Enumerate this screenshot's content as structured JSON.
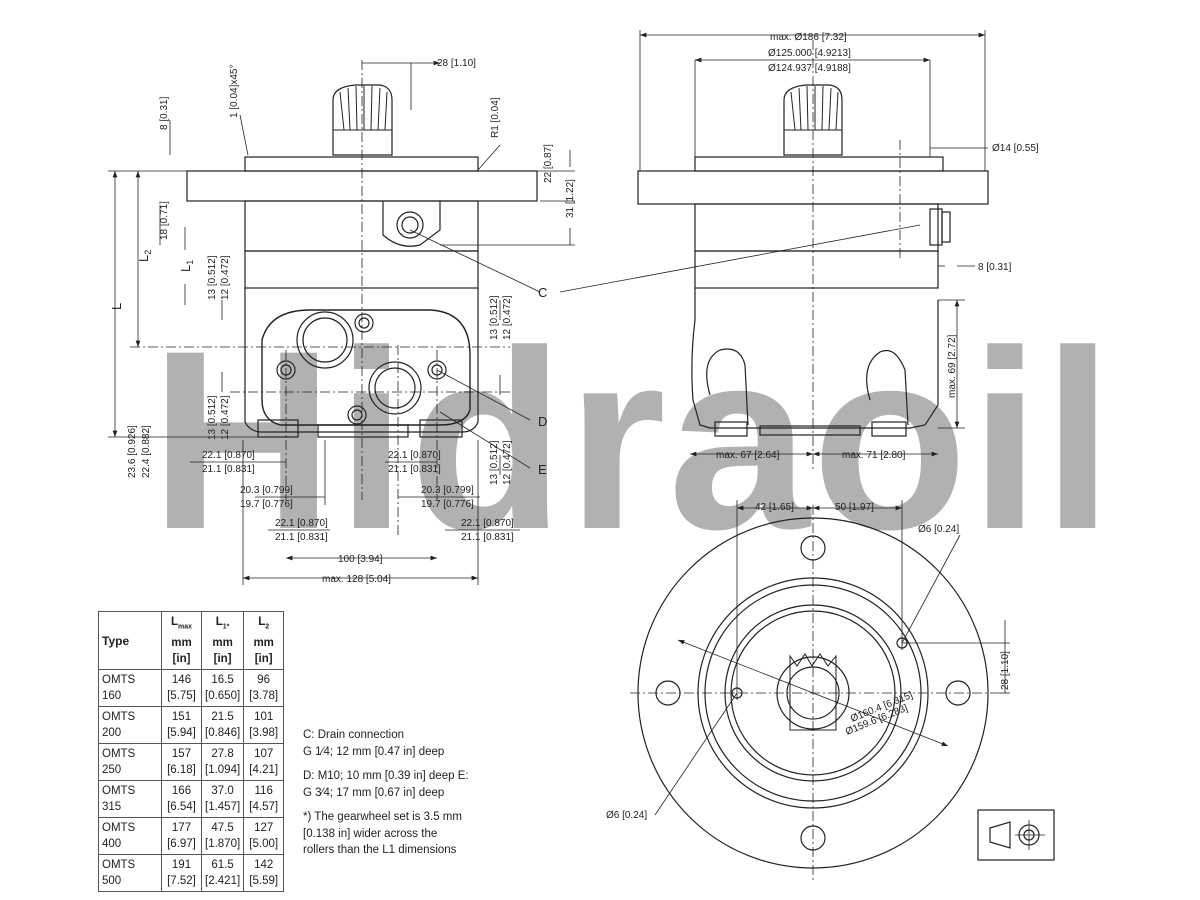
{
  "watermark": {
    "text": "Hidraoil",
    "color": "#4caf50",
    "color2": "#bdbdbd"
  },
  "front_view": {
    "dims": {
      "spline_offset": "28 [1.10]",
      "chamfer": "1 [0.04]x45°",
      "pilot_h": "8 [0.31]",
      "radius": "R1 [0.04]",
      "flange_22": "22 [0.87]",
      "flange_31": "31 [1.22]",
      "d18": "18 [0.71]",
      "d13a": "13 [0.512]",
      "d12a": "12 [0.472]",
      "d13b": "13 [0.512]",
      "d12b": "12 [0.472]",
      "d13c": "13 [0.512]",
      "d12c": "12 [0.472]",
      "d13d": "13 [0.512]",
      "d12d": "12 [0.472]",
      "d23": "23.6 [0.926]",
      "d22": "22.4 [0.882]",
      "l221a": "22.1 [0.870]",
      "l211a": "21.1 [0.831]",
      "l203a": "20.3 [0.799]",
      "l197a": "19.7 [0.776]",
      "l221b": "22.1 [0.870]",
      "l211b": "21.1 [0.831]",
      "l221c": "22.1 [0.870]",
      "l211c": "21.1 [0.831]",
      "l203b": "20.3 [0.799]",
      "l197b": "19.7 [0.776]",
      "l221d": "22.1 [0.870]",
      "l211d": "21.1 [0.831]",
      "d100": "100 [3.94]",
      "dmax128": "max. 128 [5.04]"
    },
    "letters": {
      "L": "L",
      "L1": "L",
      "L1sub": "1",
      "L2": "L",
      "L2sub": "2",
      "C": "C",
      "D": "D",
      "E": "E"
    }
  },
  "side_view": {
    "dims": {
      "max186": "max. Ø186 [7.32]",
      "d125": "Ø125.000 [4.9213]",
      "d124": "Ø124.937 [4.9188]",
      "d14": "Ø14 [0.55]",
      "d8": "8 [0.31]",
      "max69": "max. 69 [2.72]",
      "max67": "max. 67 [2.64]",
      "max71": "max. 71 [2.80]"
    }
  },
  "end_view": {
    "dims": {
      "d42": "42 [1.65]",
      "d50": "50 [1.97]",
      "d6a": "Ø6 [0.24]",
      "d28": "28 [1.10]",
      "d160": "Ø160.4 [6.315]",
      "d159": "Ø159.6 [6.283]",
      "d6b": "Ø6 [0.24]"
    }
  },
  "table": {
    "headers": [
      {
        "main": "Type"
      },
      {
        "main": "L",
        "sub": "max",
        "unit": "mm",
        "unit2": "[in]"
      },
      {
        "main": "L",
        "sub": "1*",
        "unit": "mm",
        "unit2": "[in]"
      },
      {
        "main": "L",
        "sub": "2",
        "unit": "mm",
        "unit2": "[in]"
      }
    ],
    "rows": [
      {
        "type": [
          "OMTS",
          "160"
        ],
        "lmax": [
          "146",
          "[5.75]"
        ],
        "l1": [
          "16.5",
          "[0.650]"
        ],
        "l2": [
          "96",
          "[3.78]"
        ]
      },
      {
        "type": [
          "OMTS",
          "200"
        ],
        "lmax": [
          "151",
          "[5.94]"
        ],
        "l1": [
          "21.5",
          "[0.846]"
        ],
        "l2": [
          "101",
          "[3.98]"
        ]
      },
      {
        "type": [
          "OMTS",
          "250"
        ],
        "lmax": [
          "157",
          "[6.18]"
        ],
        "l1": [
          "27.8",
          "[1.094]"
        ],
        "l2": [
          "107",
          "[4.21]"
        ]
      },
      {
        "type": [
          "OMTS",
          "315"
        ],
        "lmax": [
          "166",
          "[6.54]"
        ],
        "l1": [
          "37.0",
          "[1.457]"
        ],
        "l2": [
          "116",
          "[4.57]"
        ]
      },
      {
        "type": [
          "OMTS",
          "400"
        ],
        "lmax": [
          "177",
          "[6.97]"
        ],
        "l1": [
          "47.5",
          "[1.870]"
        ],
        "l2": [
          "127",
          "[5.00]"
        ]
      },
      {
        "type": [
          "OMTS",
          "500"
        ],
        "lmax": [
          "191",
          "[7.52]"
        ],
        "l1": [
          "61.5",
          "[2.421]"
        ],
        "l2": [
          "142",
          "[5.59]"
        ]
      }
    ]
  },
  "notes": [
    "C:  Drain connection\n      G 1⁄4; 12 mm [0.47 in] deep",
    "D:  M10; 10 mm [0.39 in] deep E:\nG 3⁄4; 17 mm [0.67 in] deep",
    "*)   The gearwheel set is 3.5 mm\n      [0.138 in] wider across the\n      rollers than the L1 dimensions"
  ]
}
